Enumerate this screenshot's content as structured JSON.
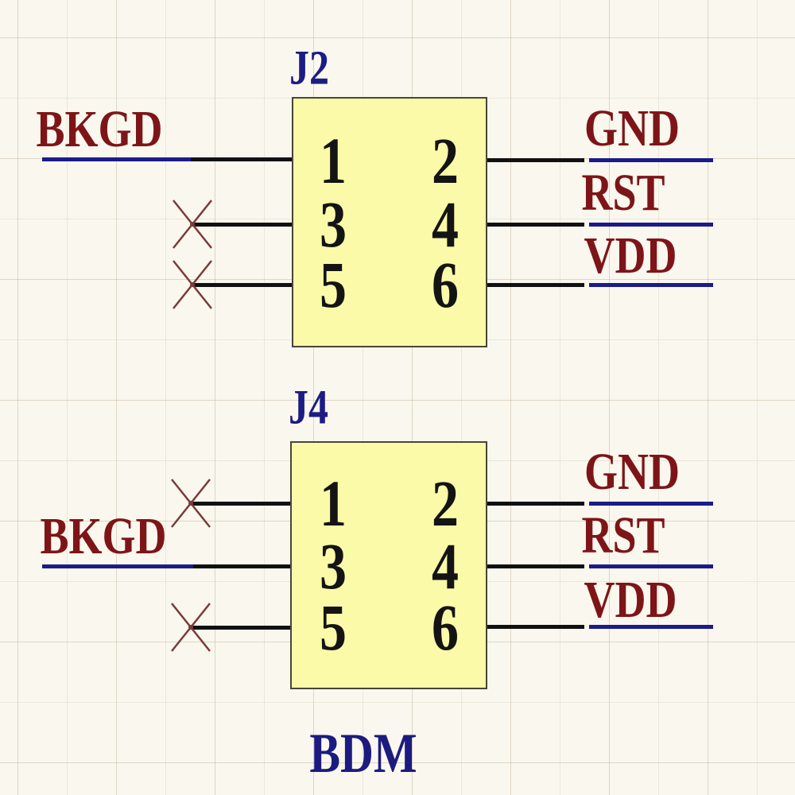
{
  "diagram": {
    "type": "schematic",
    "caption": "BDM",
    "colors": {
      "background": "#faf7ee",
      "component_fill": "#fbfaa8",
      "component_border": "#4a443a",
      "wire_black": "#111111",
      "wire_net_blue": "#1b1b8a",
      "net_label_red": "#7d1518",
      "designator_blue": "#1c1c84",
      "pin_number_black": "#141414",
      "no_connect_red": "#7a3b3b"
    },
    "components": [
      {
        "designator": "J2",
        "pins": [
          {
            "number": "1",
            "net": "BKGD",
            "no_connect": false
          },
          {
            "number": "2",
            "net": "GND",
            "no_connect": false
          },
          {
            "number": "3",
            "net": "",
            "no_connect": true
          },
          {
            "number": "4",
            "net": "RST",
            "no_connect": false
          },
          {
            "number": "5",
            "net": "",
            "no_connect": true
          },
          {
            "number": "6",
            "net": "VDD",
            "no_connect": false
          }
        ]
      },
      {
        "designator": "J4",
        "pins": [
          {
            "number": "1",
            "net": "",
            "no_connect": true
          },
          {
            "number": "2",
            "net": "GND",
            "no_connect": false
          },
          {
            "number": "3",
            "net": "BKGD",
            "no_connect": false
          },
          {
            "number": "4",
            "net": "RST",
            "no_connect": false
          },
          {
            "number": "5",
            "net": "",
            "no_connect": true
          },
          {
            "number": "6",
            "net": "VDD",
            "no_connect": false
          }
        ]
      }
    ]
  }
}
